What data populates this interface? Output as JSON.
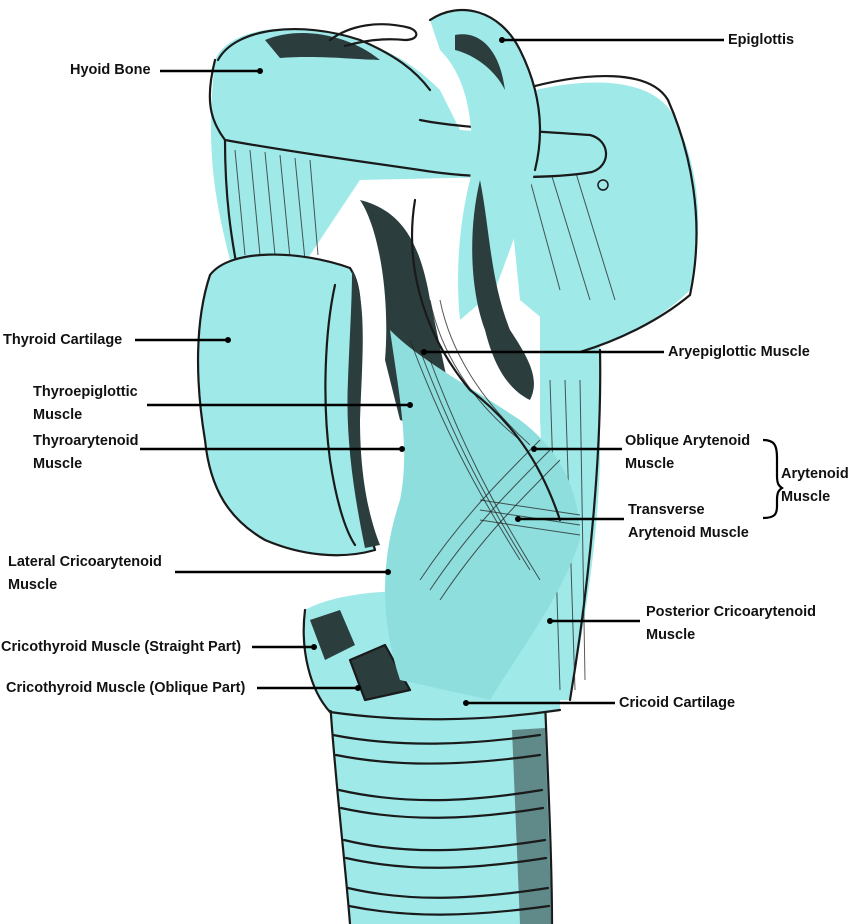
{
  "colors": {
    "tissue": "#9fe9e9",
    "shadow": "#2c3d3d",
    "ink": "#1a1a1a",
    "label": "#111111"
  },
  "labels": {
    "hyoid_bone": "Hyoid Bone",
    "epiglottis": "Epiglottis",
    "thyroid_cartilage": "Thyroid Cartilage",
    "aryepiglottic_muscle": "Aryepiglottic Muscle",
    "thyroepiglottic_muscle": [
      "Thyroepiglottic",
      "Muscle"
    ],
    "thyroarytenoid_muscle": [
      "Thyroarytenoid",
      "Muscle"
    ],
    "oblique_arytenoid_muscle": [
      "Oblique Arytenoid",
      "Muscle"
    ],
    "transverse_arytenoid_muscle": [
      "Transverse",
      "Arytenoid Muscle"
    ],
    "arytenoid_muscle_group": [
      "Arytenoid",
      "Muscle"
    ],
    "lateral_cricoarytenoid_muscle": [
      "Lateral Cricoarytenoid",
      "Muscle"
    ],
    "posterior_cricoarytenoid_muscle": [
      "Posterior Cricoarytenoid",
      "Muscle"
    ],
    "cricothyroid_straight": "Cricothyroid Muscle (Straight Part)",
    "cricothyroid_oblique": "Cricothyroid Muscle (Oblique Part)",
    "cricoid_cartilage": "Cricoid Cartilage"
  }
}
